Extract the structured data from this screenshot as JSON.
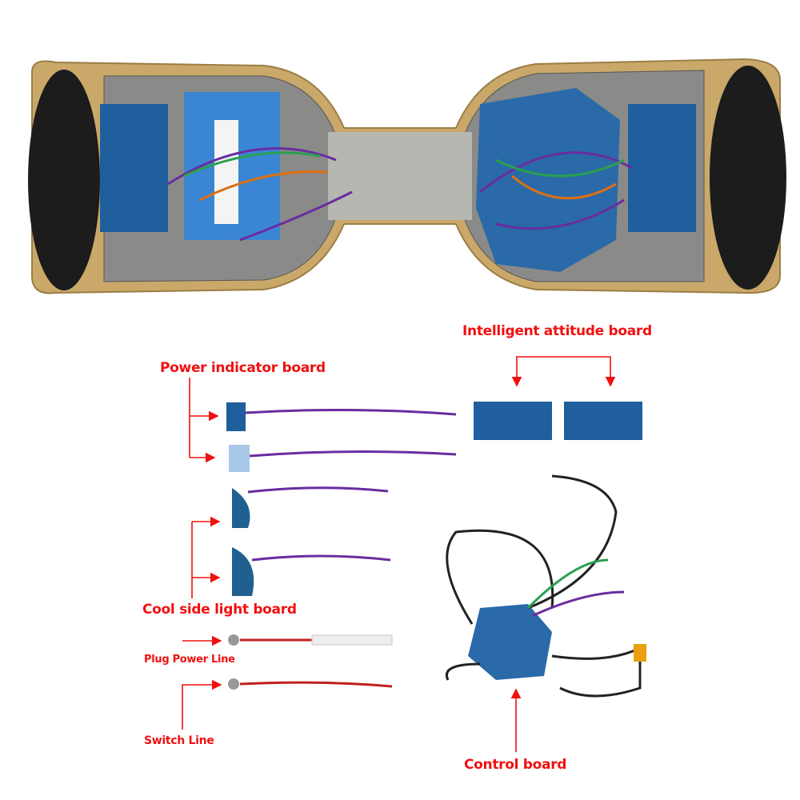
{
  "labels": {
    "intelligent_attitude_board": "Intelligent attitude board",
    "power_indicator_board": "Power indicator board",
    "cool_side_light_board": "Cool side light board",
    "plug_power_line": "Plug Power Line",
    "switch_line": "Switch Line",
    "control_board": "Control board"
  },
  "colors": {
    "label": "#f01010",
    "pcb": "#1f5f9e",
    "shell": "#c9a86a",
    "tire": "#1c1c1c"
  }
}
